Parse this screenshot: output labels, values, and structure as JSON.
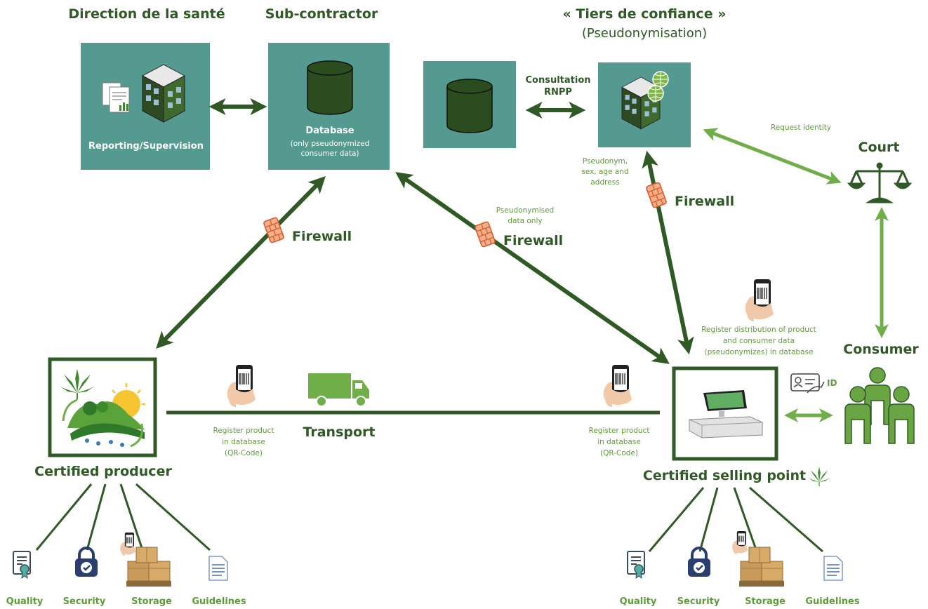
{
  "colors": {
    "dark_green": "#2f5a25",
    "panel_teal": "#559a91",
    "light_green": "#6fae48",
    "label_green": "#5f9b3a",
    "firewall_orange": "#f07a3a"
  },
  "headings": {
    "direction_sante": "Direction de la santé",
    "sub_contractor": "Sub-contractor",
    "tiers_confiance": "« Tiers de confiance »",
    "pseudonymisation": "(Pseudonymisation)"
  },
  "boxes": {
    "reporting": "Reporting/Supervision",
    "database_title": "Database",
    "database_note_1": "(only pseudonymized",
    "database_note_2": "consumer data)"
  },
  "labels": {
    "consultation_1": "Consultation",
    "consultation_2": "RNPP",
    "request_identity": "Request identity",
    "court": "Court",
    "pseudonym_1": "Pseudonym,",
    "pseudonym_2": "sex, age and",
    "pseudonym_3": "address",
    "firewall_left": "Firewall",
    "firewall_middle": "Firewall",
    "firewall_right": "Firewall",
    "pseudo_only_1": "Pseudonymised",
    "pseudo_only_2": "data only",
    "register_dist_1": "Register distribution of product",
    "register_dist_2": "and consumer data",
    "register_dist_3": "(pseudonymizes) in database",
    "consumer": "Consumer",
    "id": "ID",
    "transport": "Transport",
    "register_prod_left_1": "Register product",
    "register_prod_left_2": "in database",
    "register_prod_left_3": "(QR-Code)",
    "register_prod_right_1": "Register product",
    "register_prod_right_2": "in database",
    "register_prod_right_3": "(QR-Code)",
    "certified_producer": "Certified producer",
    "certified_selling_point": "Certified selling point"
  },
  "producer_items": [
    "Quality",
    "Security",
    "Storage",
    "Guidelines"
  ],
  "selling_items": [
    "Quality",
    "Security",
    "Storage",
    "Guidelines"
  ],
  "icons": {
    "documents": "chart-documents-icon",
    "building": "office-building-icon",
    "database": "database-cylinder-icon",
    "globe": "globe-icon",
    "scale": "scale-of-justice-icon",
    "phone": "phone-qr-scan-icon",
    "truck": "delivery-truck-icon",
    "register": "cash-register-icon",
    "people": "consumer-group-icon",
    "id_card": "id-card-icon",
    "cannabis": "cannabis-leaf-icon",
    "farm": "farm-landscape-icon",
    "certificate": "certificate-icon",
    "lock": "security-lock-icon",
    "boxes": "storage-boxes-icon",
    "guidelines": "guidelines-document-icon",
    "firewall": "firewall-brick-icon"
  }
}
